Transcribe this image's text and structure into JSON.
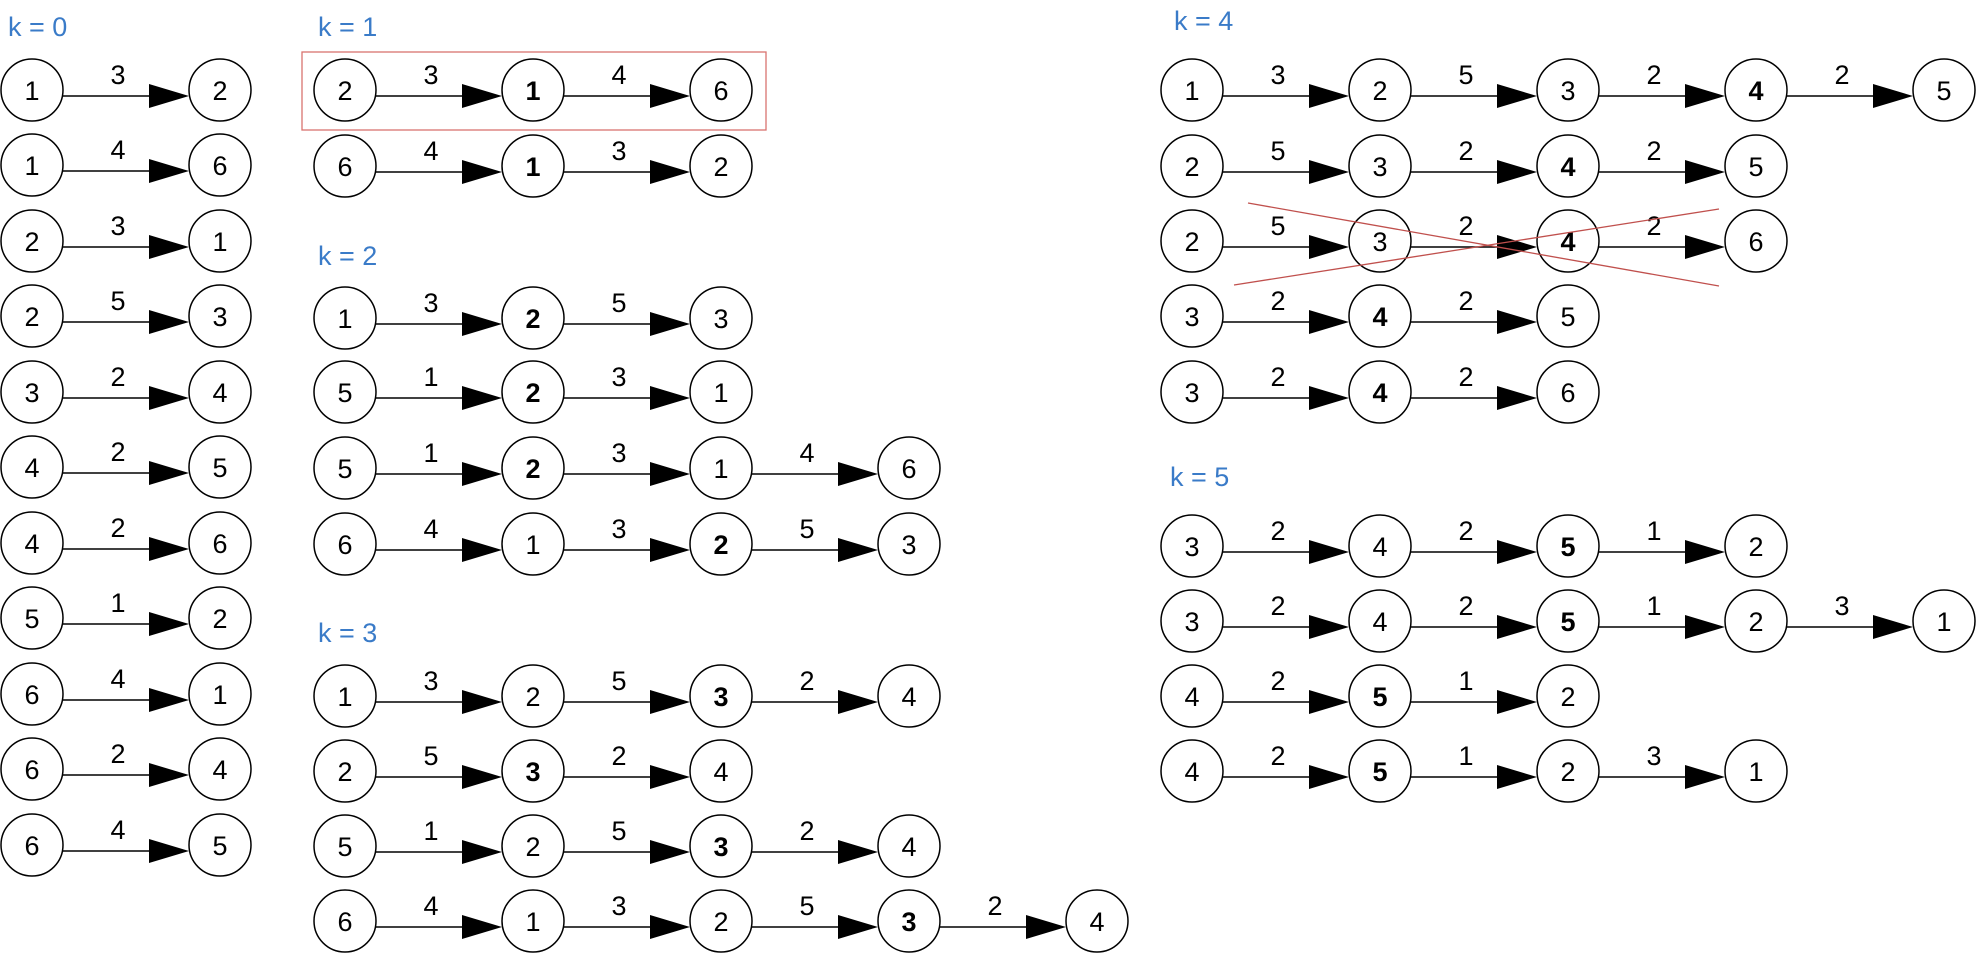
{
  "colors": {
    "title": "#3a7bc8",
    "highlight": "#d9736f",
    "strike": "#c0504d"
  },
  "sections": [
    {
      "title": "k = 0",
      "paths": [
        {
          "nodes": [
            {
              "label": "1"
            },
            {
              "label": "2"
            }
          ],
          "weights": [
            "3"
          ]
        },
        {
          "nodes": [
            {
              "label": "1"
            },
            {
              "label": "6"
            }
          ],
          "weights": [
            "4"
          ]
        },
        {
          "nodes": [
            {
              "label": "2"
            },
            {
              "label": "1"
            }
          ],
          "weights": [
            "3"
          ]
        },
        {
          "nodes": [
            {
              "label": "2"
            },
            {
              "label": "3"
            }
          ],
          "weights": [
            "5"
          ]
        },
        {
          "nodes": [
            {
              "label": "3"
            },
            {
              "label": "4"
            }
          ],
          "weights": [
            "2"
          ]
        },
        {
          "nodes": [
            {
              "label": "4"
            },
            {
              "label": "5"
            }
          ],
          "weights": [
            "2"
          ]
        },
        {
          "nodes": [
            {
              "label": "4"
            },
            {
              "label": "6"
            }
          ],
          "weights": [
            "2"
          ]
        },
        {
          "nodes": [
            {
              "label": "5"
            },
            {
              "label": "2"
            }
          ],
          "weights": [
            "1"
          ]
        },
        {
          "nodes": [
            {
              "label": "6"
            },
            {
              "label": "1"
            }
          ],
          "weights": [
            "4"
          ]
        },
        {
          "nodes": [
            {
              "label": "6"
            },
            {
              "label": "4"
            }
          ],
          "weights": [
            "2"
          ]
        },
        {
          "nodes": [
            {
              "label": "6"
            },
            {
              "label": "5"
            }
          ],
          "weights": [
            "4"
          ]
        }
      ]
    },
    {
      "title": "k = 1",
      "paths": [
        {
          "nodes": [
            {
              "label": "2"
            },
            {
              "label": "1",
              "bold": true
            },
            {
              "label": "6"
            }
          ],
          "weights": [
            "3",
            "4"
          ],
          "highlighted": true
        },
        {
          "nodes": [
            {
              "label": "6"
            },
            {
              "label": "1",
              "bold": true
            },
            {
              "label": "2"
            }
          ],
          "weights": [
            "4",
            "3"
          ]
        }
      ]
    },
    {
      "title": "k = 2",
      "paths": [
        {
          "nodes": [
            {
              "label": "1"
            },
            {
              "label": "2",
              "bold": true
            },
            {
              "label": "3"
            }
          ],
          "weights": [
            "3",
            "5"
          ]
        },
        {
          "nodes": [
            {
              "label": "5"
            },
            {
              "label": "2",
              "bold": true
            },
            {
              "label": "1"
            }
          ],
          "weights": [
            "1",
            "3"
          ]
        },
        {
          "nodes": [
            {
              "label": "5"
            },
            {
              "label": "2",
              "bold": true
            },
            {
              "label": "1"
            },
            {
              "label": "6"
            }
          ],
          "weights": [
            "1",
            "3",
            "4"
          ]
        },
        {
          "nodes": [
            {
              "label": "6"
            },
            {
              "label": "1"
            },
            {
              "label": "2",
              "bold": true
            },
            {
              "label": "3"
            }
          ],
          "weights": [
            "4",
            "3",
            "5"
          ]
        }
      ]
    },
    {
      "title": "k = 3",
      "paths": [
        {
          "nodes": [
            {
              "label": "1"
            },
            {
              "label": "2"
            },
            {
              "label": "3",
              "bold": true
            },
            {
              "label": "4"
            }
          ],
          "weights": [
            "3",
            "5",
            "2"
          ]
        },
        {
          "nodes": [
            {
              "label": "2"
            },
            {
              "label": "3",
              "bold": true
            },
            {
              "label": "4"
            }
          ],
          "weights": [
            "5",
            "2"
          ]
        },
        {
          "nodes": [
            {
              "label": "5"
            },
            {
              "label": "2"
            },
            {
              "label": "3",
              "bold": true
            },
            {
              "label": "4"
            }
          ],
          "weights": [
            "1",
            "5",
            "2"
          ]
        },
        {
          "nodes": [
            {
              "label": "6"
            },
            {
              "label": "1"
            },
            {
              "label": "2"
            },
            {
              "label": "3",
              "bold": true
            },
            {
              "label": "4"
            }
          ],
          "weights": [
            "4",
            "3",
            "5",
            "2"
          ]
        }
      ]
    },
    {
      "title": "k = 4",
      "paths": [
        {
          "nodes": [
            {
              "label": "1"
            },
            {
              "label": "2"
            },
            {
              "label": "3"
            },
            {
              "label": "4",
              "bold": true
            },
            {
              "label": "5"
            }
          ],
          "weights": [
            "3",
            "5",
            "2",
            "2"
          ]
        },
        {
          "nodes": [
            {
              "label": "2"
            },
            {
              "label": "3"
            },
            {
              "label": "4",
              "bold": true
            },
            {
              "label": "5"
            }
          ],
          "weights": [
            "5",
            "2",
            "2"
          ]
        },
        {
          "nodes": [
            {
              "label": "2"
            },
            {
              "label": "3"
            },
            {
              "label": "4",
              "bold": true
            },
            {
              "label": "6"
            }
          ],
          "weights": [
            "5",
            "2",
            "2"
          ],
          "crossed": true
        },
        {
          "nodes": [
            {
              "label": "3"
            },
            {
              "label": "4",
              "bold": true
            },
            {
              "label": "5"
            }
          ],
          "weights": [
            "2",
            "2"
          ]
        },
        {
          "nodes": [
            {
              "label": "3"
            },
            {
              "label": "4",
              "bold": true
            },
            {
              "label": "6"
            }
          ],
          "weights": [
            "2",
            "2"
          ]
        }
      ]
    },
    {
      "title": "k = 5",
      "paths": [
        {
          "nodes": [
            {
              "label": "3"
            },
            {
              "label": "4"
            },
            {
              "label": "5",
              "bold": true
            },
            {
              "label": "2"
            }
          ],
          "weights": [
            "2",
            "2",
            "1"
          ]
        },
        {
          "nodes": [
            {
              "label": "3"
            },
            {
              "label": "4"
            },
            {
              "label": "5",
              "bold": true
            },
            {
              "label": "2"
            },
            {
              "label": "1"
            }
          ],
          "weights": [
            "2",
            "2",
            "1",
            "3"
          ]
        },
        {
          "nodes": [
            {
              "label": "4"
            },
            {
              "label": "5",
              "bold": true
            },
            {
              "label": "2"
            }
          ],
          "weights": [
            "2",
            "1"
          ]
        },
        {
          "nodes": [
            {
              "label": "4"
            },
            {
              "label": "5",
              "bold": true
            },
            {
              "label": "2"
            },
            {
              "label": "1"
            }
          ],
          "weights": [
            "2",
            "1",
            "3"
          ]
        }
      ]
    }
  ]
}
